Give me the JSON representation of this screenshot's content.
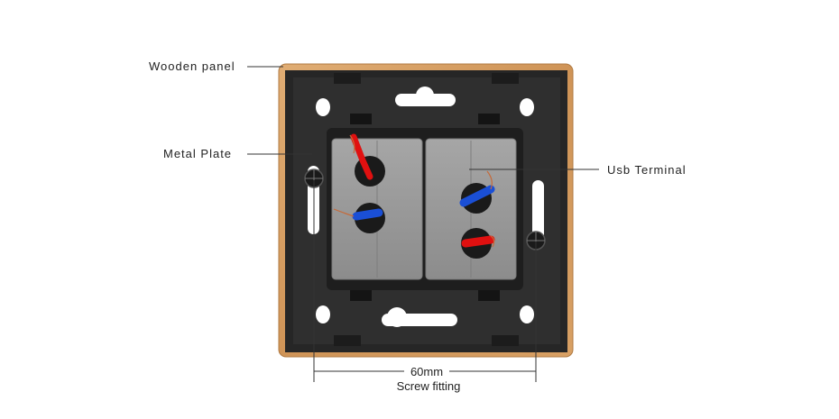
{
  "labels": {
    "wooden_panel": "Wooden panel",
    "metal_plate": "Metal Plate",
    "usb_terminal": "Usb Terminal"
  },
  "dimension": {
    "value": "60mm",
    "caption": "Screw fitting"
  },
  "colors": {
    "wood": "#d9a066",
    "plate": "#262626",
    "module": "#9a9a9a",
    "wire_red": "#e01010",
    "wire_blue": "#1a4fd6",
    "copper": "#c56a3a"
  }
}
